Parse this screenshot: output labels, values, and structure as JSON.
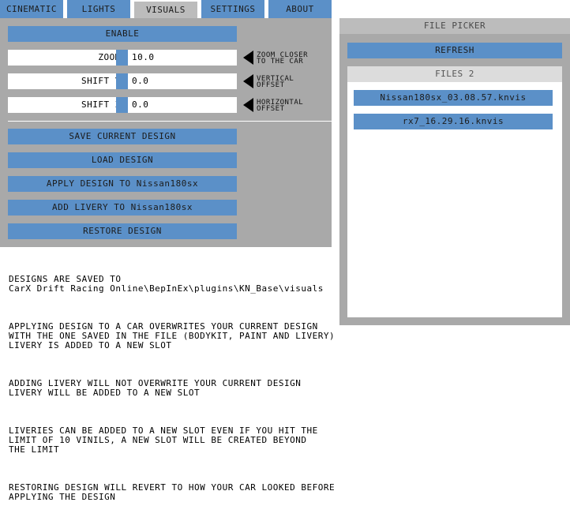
{
  "tabs": [
    "CINEMATIC",
    "LIGHTS",
    "VISUALS",
    "SETTINGS",
    "ABOUT"
  ],
  "active_tab": "VISUALS",
  "controls": {
    "enable_label": "ENABLE",
    "zoom": {
      "label": "ZOOM:",
      "value": "10.0",
      "hint_line1": "ZOOM CLOSER",
      "hint_line2": "TO THE CAR"
    },
    "shift_y": {
      "label": "SHIFT Y:",
      "value": "0.0",
      "hint_line1": "VERTICAL",
      "hint_line2": "OFFSET"
    },
    "shift_z": {
      "label": "SHIFT Z:",
      "value": "0.0",
      "hint_line1": "HORIZONTAL",
      "hint_line2": "OFFSET"
    }
  },
  "actions": {
    "save": "SAVE CURRENT DESIGN",
    "load": "LOAD DESIGN",
    "apply": "APPLY DESIGN TO Nissan180sx",
    "add_livery": "ADD LIVERY TO Nissan180sx",
    "restore": "RESTORE DESIGN"
  },
  "info": [
    "DESIGNS ARE SAVED TO\nCarX Drift Racing Online\\BepInEx\\plugins\\KN_Base\\visuals",
    "APPLYING DESIGN TO A CAR OVERWRITES YOUR CURRENT DESIGN\nWITH THE ONE SAVED IN THE FILE (BODYKIT, PAINT AND LIVERY)\nLIVERY IS ADDED TO A NEW SLOT",
    "ADDING LIVERY WILL NOT OVERWRITE YOUR CURRENT DESIGN\nLIVERY WILL BE ADDED TO A NEW SLOT",
    "LIVERIES CAN BE ADDED TO A NEW SLOT EVEN IF YOU HIT THE\nLIMIT OF 10 VINILS, A NEW SLOT WILL BE CREATED BEYOND\nTHE LIMIT",
    "RESTORING DESIGN WILL REVERT TO HOW YOUR CAR LOOKED BEFORE\nAPPLYING THE DESIGN"
  ],
  "file_picker": {
    "title": "FILE PICKER",
    "refresh": "REFRESH",
    "files_header": "FILES 2",
    "files": [
      "Nissan180sx_03.08.57.knvis",
      "rx7_16.29.16.knvis"
    ]
  }
}
